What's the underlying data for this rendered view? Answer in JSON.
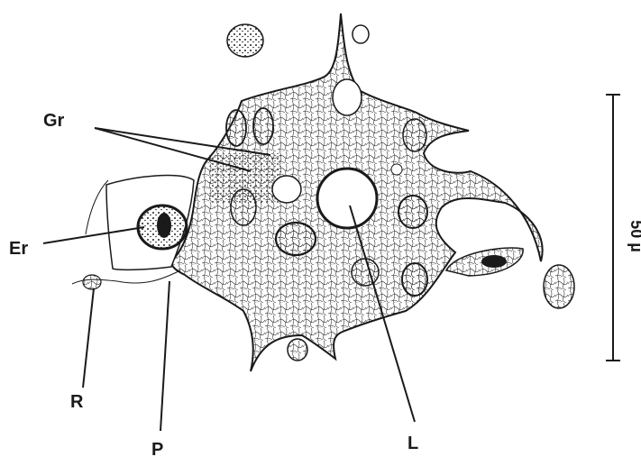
{
  "labels": {
    "gr": "Gr",
    "er": "Er",
    "r": "R",
    "p": "P",
    "l": "L"
  },
  "scale_bar": {
    "label": "50 µ"
  },
  "colors": {
    "ink": "#1a1a1a",
    "paper": "#ffffff"
  }
}
